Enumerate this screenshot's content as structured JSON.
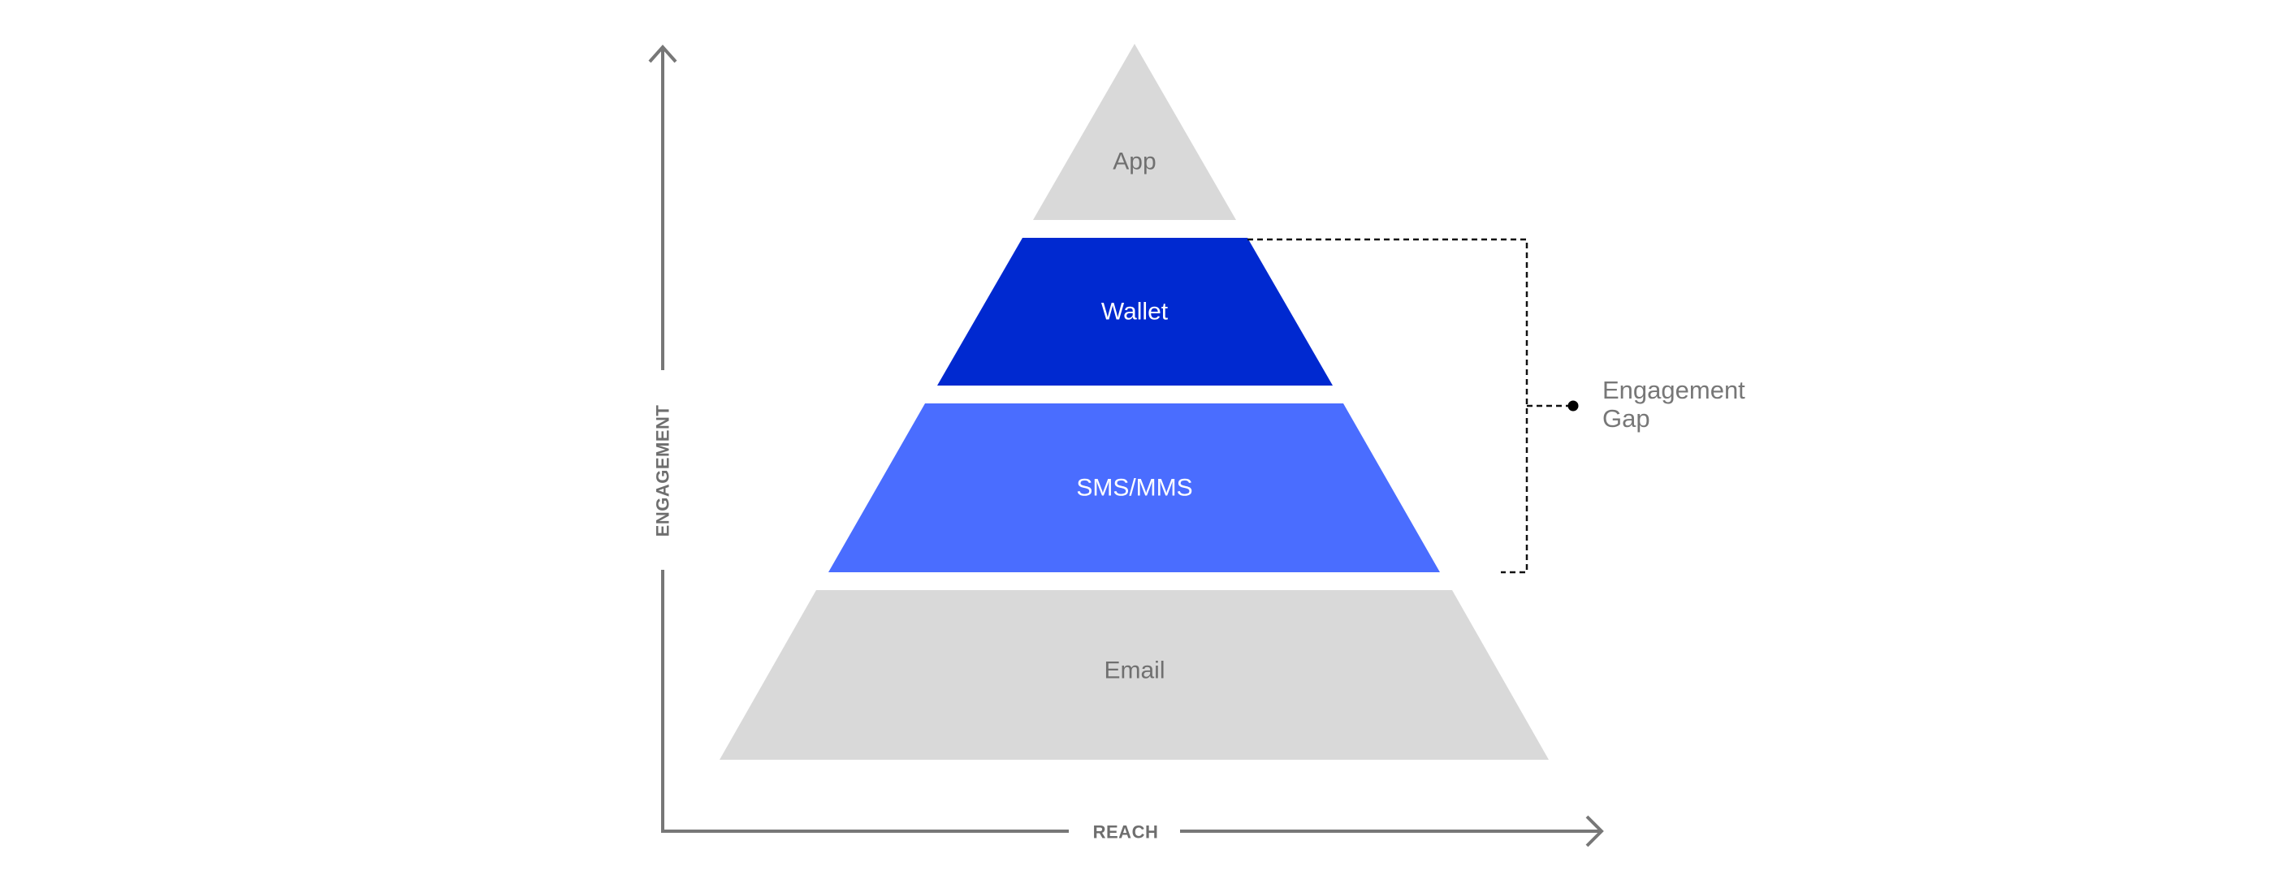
{
  "diagram": {
    "tiers": [
      {
        "label": "App",
        "fill": "#d9d9d9",
        "text_color": "#707070"
      },
      {
        "label": "Wallet",
        "fill": "#0029d0",
        "text_color": "#ffffff"
      },
      {
        "label": "SMS/MMS",
        "fill": "#4a6dff",
        "text_color": "#ffffff"
      },
      {
        "label": "Email",
        "fill": "#d9d9d9",
        "text_color": "#707070"
      }
    ],
    "axes": {
      "y_label": "ENGAGEMENT",
      "x_label": "REACH",
      "color": "#777777"
    },
    "annotation": {
      "line1": "Engagement",
      "line2": "Gap"
    }
  }
}
